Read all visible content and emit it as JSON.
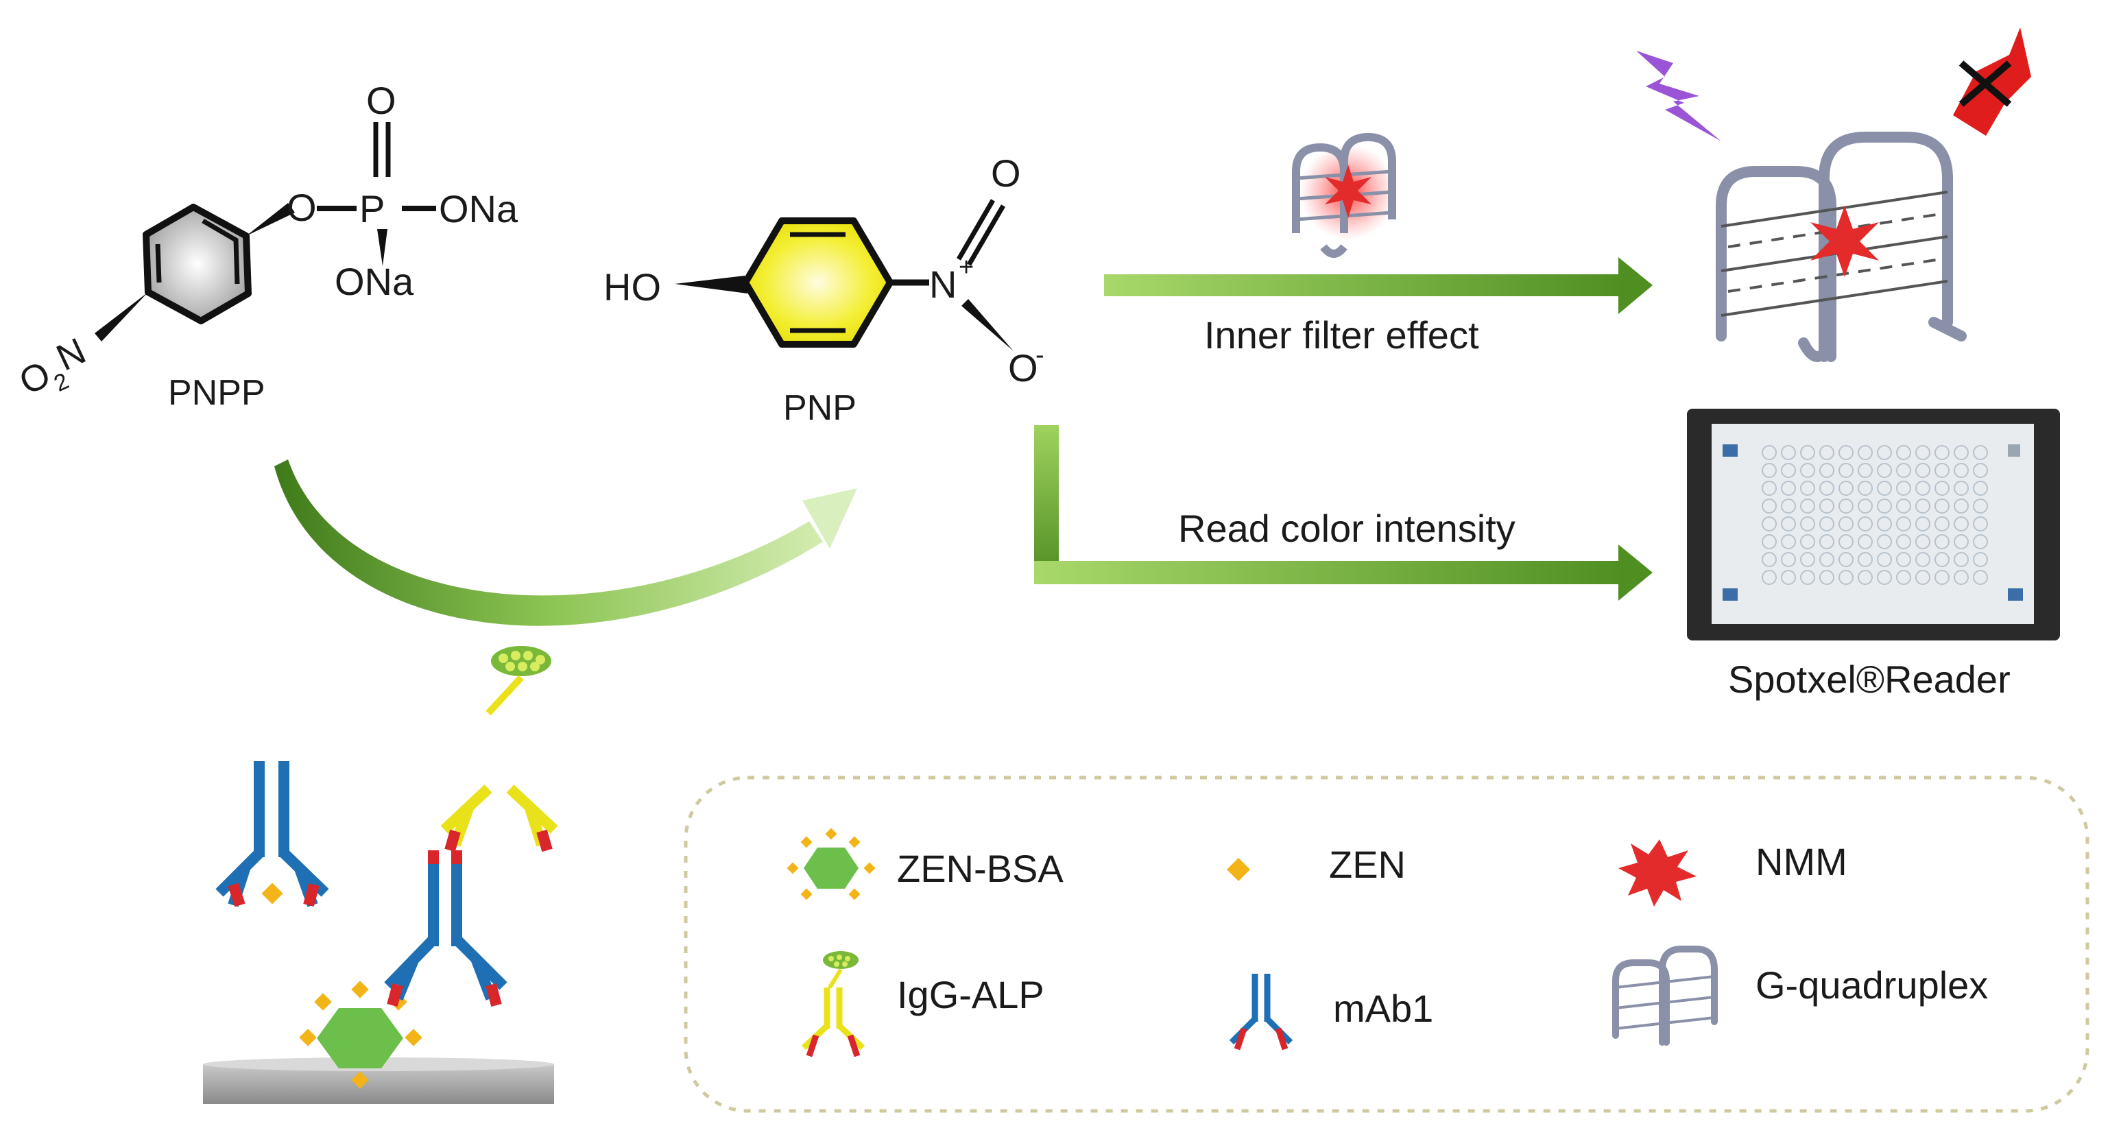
{
  "molecules": {
    "pnpp": {
      "name": "PNPP",
      "o_top": "O",
      "o_link": "O",
      "p": "P",
      "ona_right": "ONa",
      "ona_bottom": "ONa",
      "o2": "O",
      "o2_sub": "2",
      "o2_n": "N"
    },
    "pnp": {
      "name": "PNP",
      "ho": "HO",
      "n": "N",
      "n_charge": "+",
      "o_top": "O",
      "o_bottom": "O",
      "o_charge": "-"
    }
  },
  "process": {
    "inner_filter_label": "Inner filter effect",
    "read_color_label": "Read color intensity",
    "reader_label": "Spotxel®Reader"
  },
  "legend": {
    "items": [
      {
        "label": "ZEN-BSA",
        "icon": "zen-bsa-icon"
      },
      {
        "label": "ZEN",
        "icon": "zen-icon"
      },
      {
        "label": "NMM",
        "icon": "nmm-icon"
      },
      {
        "label": "IgG-ALP",
        "icon": "igg-alp-icon"
      },
      {
        "label": "mAb1",
        "icon": "mab1-icon"
      },
      {
        "label": "G-quadruplex",
        "icon": "g-quadruplex-icon"
      }
    ]
  },
  "colors": {
    "arrow_green": "#6aa534",
    "antibody_blue": "#1f6fb5",
    "antibody_yellow": "#e9e21a",
    "antibody_red": "#d8262b",
    "zen_orange": "#f3b418",
    "bsa_green": "#6cbf4a",
    "nmm_red": "#e32b2b",
    "gq_gray": "#8a90a8",
    "excite_purple": "#9a55d6",
    "emit_red": "#e01d1d"
  }
}
